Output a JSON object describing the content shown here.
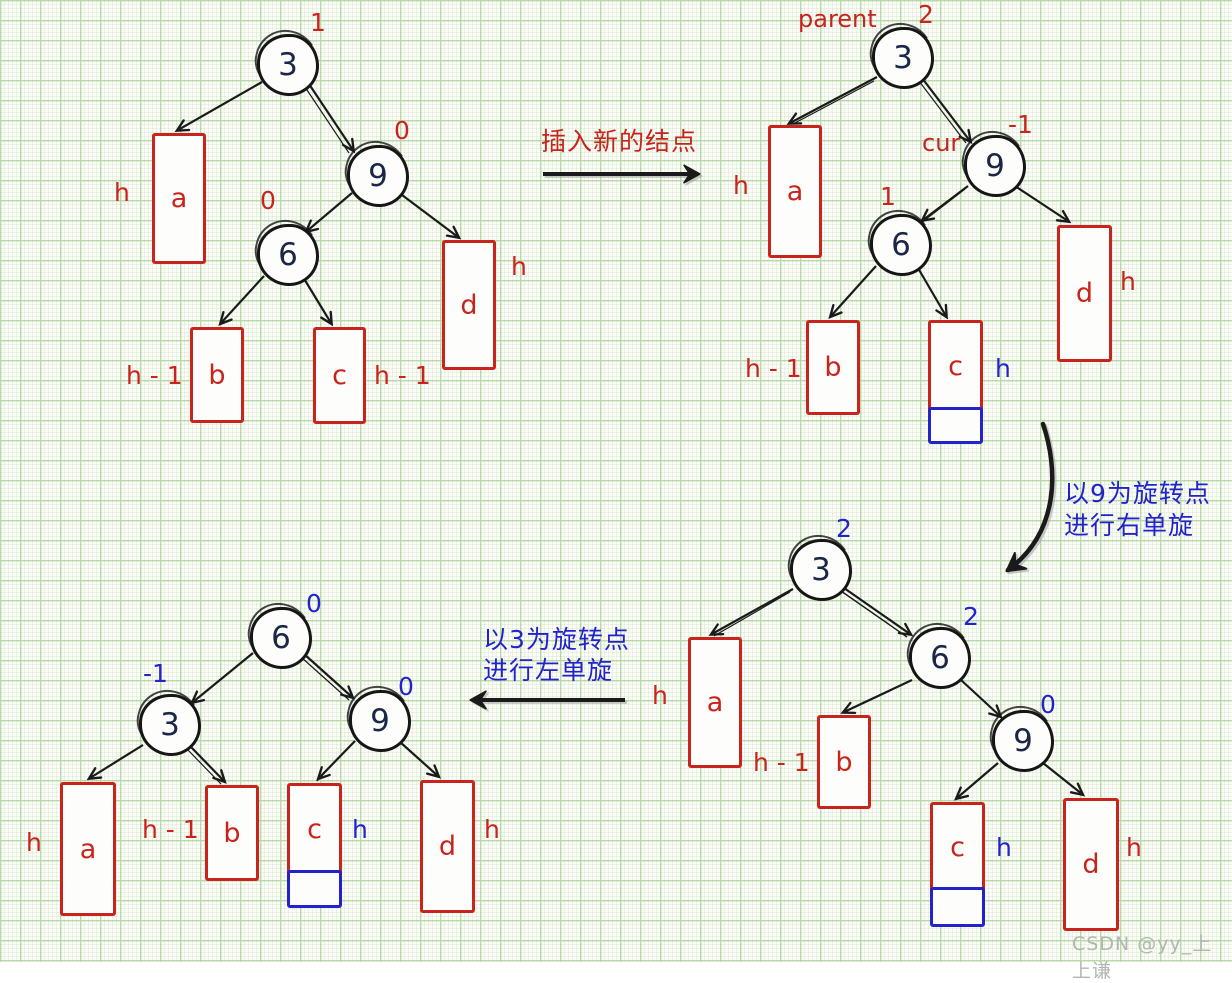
{
  "watermark": "CSDN @yy_上上谦",
  "captions": {
    "insert": "插入新的结点",
    "rotate9_line1": "以9为旋转点",
    "rotate9_line2": "进行右单旋",
    "rotate3_line1": "以3为旋转点",
    "rotate3_line2": "进行左单旋"
  },
  "colors": {
    "red": "#c8231c",
    "blue": "#2323cc",
    "node_text": "#1b2747",
    "edge": "#1a1a1a",
    "grid_major": "#c2deb3",
    "watermark": "#b2b6b2"
  },
  "trees": {
    "before_insert": {
      "node3": {
        "value": "3",
        "bf": "1"
      },
      "node9": {
        "value": "9",
        "bf": "0"
      },
      "node6": {
        "value": "6",
        "bf": "0"
      },
      "a": {
        "label": "a",
        "height": "h"
      },
      "b": {
        "label": "b",
        "height": "h - 1"
      },
      "c": {
        "label": "c",
        "height": "h - 1"
      },
      "d": {
        "label": "d",
        "height": "h"
      }
    },
    "after_insert": {
      "pointer_parent": "parent",
      "pointer_cur": "cur",
      "node3": {
        "value": "3",
        "bf": "2"
      },
      "node9": {
        "value": "9",
        "bf": "-1"
      },
      "node6": {
        "value": "6",
        "bf": "1"
      },
      "a": {
        "label": "a",
        "height": "h"
      },
      "b": {
        "label": "b",
        "height": "h - 1"
      },
      "c": {
        "label": "c",
        "height": "h"
      },
      "d": {
        "label": "d",
        "height": "h"
      }
    },
    "after_right_rotation": {
      "node3": {
        "value": "3",
        "bf": "2"
      },
      "node6": {
        "value": "6",
        "bf": "2"
      },
      "node9": {
        "value": "9",
        "bf": "0"
      },
      "a": {
        "label": "a",
        "height": "h"
      },
      "b": {
        "label": "b",
        "height": "h - 1"
      },
      "c": {
        "label": "c",
        "height": "h"
      },
      "d": {
        "label": "d",
        "height": "h"
      }
    },
    "after_left_rotation": {
      "node6": {
        "value": "6",
        "bf": "0"
      },
      "node3": {
        "value": "3",
        "bf": "-1"
      },
      "node9": {
        "value": "9",
        "bf": "0"
      },
      "a": {
        "label": "a",
        "height": "h"
      },
      "b": {
        "label": "b",
        "height": "h - 1"
      },
      "c": {
        "label": "c",
        "height": "h"
      },
      "d": {
        "label": "d",
        "height": "h"
      }
    }
  }
}
